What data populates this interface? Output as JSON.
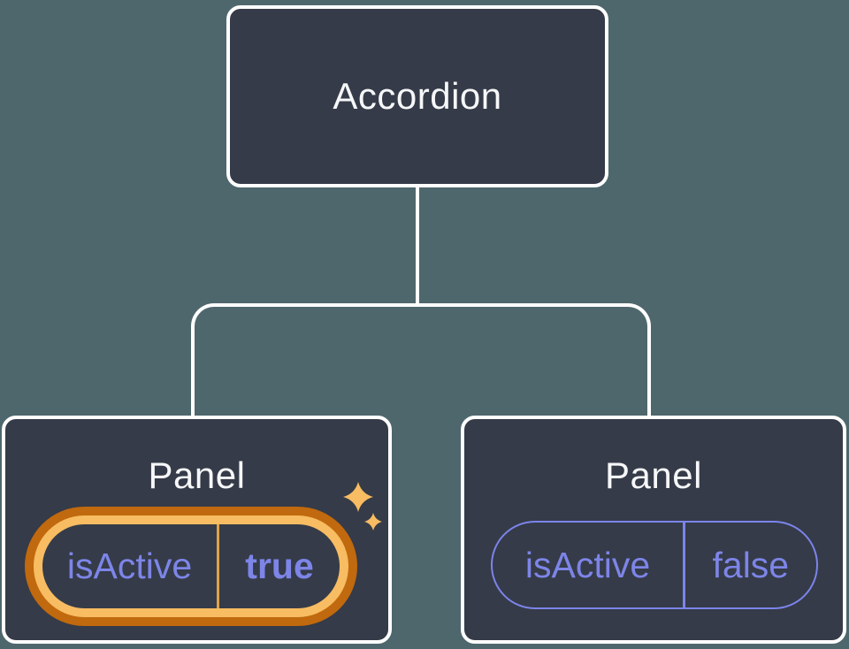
{
  "tree": {
    "root": {
      "label": "Accordion"
    },
    "panels": [
      {
        "label": "Panel",
        "prop_name": "isActive",
        "prop_value": "true",
        "state": "active",
        "icon": "sparkles-icon"
      },
      {
        "label": "Panel",
        "prop_name": "isActive",
        "prop_value": "false",
        "state": "inactive"
      }
    ]
  },
  "colors": {
    "background": "#4e676d",
    "node_fill": "#353b48",
    "node_border": "#ffffff",
    "node_text": "#f6f7f9",
    "prop_text": "#7d85e8",
    "prop_border": "#7c84ea",
    "highlight_outer": "#c1690e",
    "highlight_inner": "#f8bc62",
    "highlight_divider": "#e0a24a",
    "sparkle": "#f8bc62"
  }
}
